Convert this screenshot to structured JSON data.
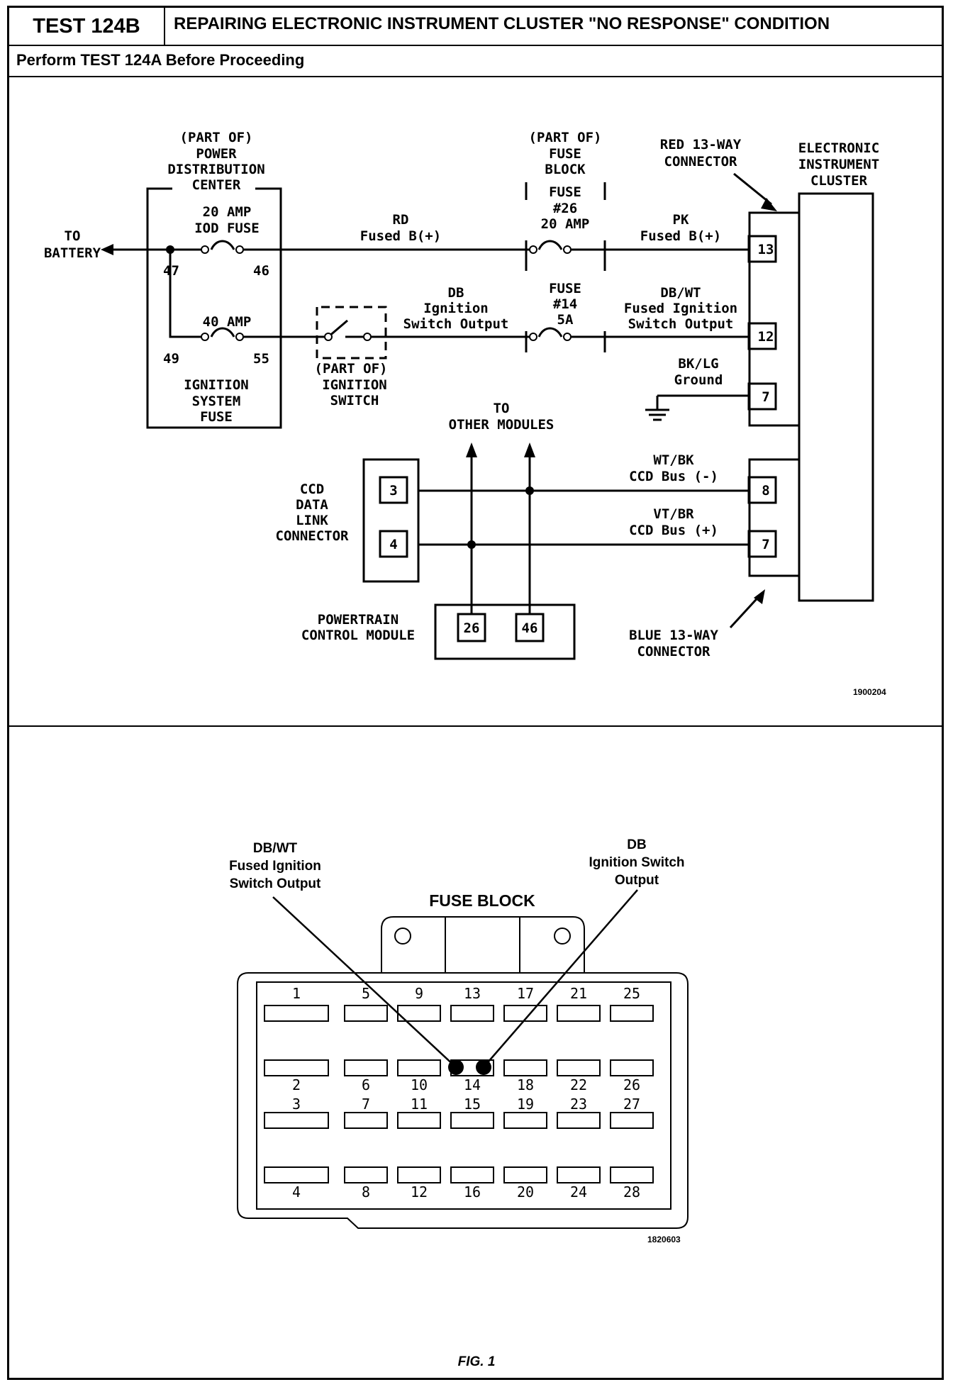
{
  "header": {
    "test_id": "TEST 124B",
    "title": "REPAIRING ELECTRONIC INSTRUMENT CLUSTER \"NO RESPONSE\" CONDITION",
    "prerequisite": "Perform TEST 124A Before Proceeding"
  },
  "schematic": {
    "pdc_label": [
      "(PART OF)",
      "POWER",
      "DISTRIBUTION",
      "CENTER"
    ],
    "to_battery": [
      "TO",
      "BATTERY"
    ],
    "iod_fuse_label": [
      "20 AMP",
      "IOD FUSE"
    ],
    "iod_fuse_pins": [
      "47",
      "46"
    ],
    "ign_fuse_label": "40 AMP",
    "ign_fuse_pins": [
      "49",
      "55"
    ],
    "ign_sys_fuse_label": [
      "IGNITION",
      "SYSTEM",
      "FUSE"
    ],
    "fuse_block_label": [
      "(PART OF)",
      "FUSE",
      "BLOCK"
    ],
    "fuse26_label": [
      "FUSE",
      "#26",
      "20 AMP"
    ],
    "fuse14_label": [
      "FUSE",
      "#14",
      "5A"
    ],
    "wire_rd": [
      "RD",
      "Fused B(+)"
    ],
    "wire_db": [
      "DB",
      "Ignition",
      "Switch Output"
    ],
    "wire_pk": [
      "PK",
      "Fused B(+)"
    ],
    "wire_dbwt": [
      "DB/WT",
      "Fused Ignition",
      "Switch Output"
    ],
    "wire_bklg": [
      "BK/LG",
      "Ground"
    ],
    "ign_switch_label": [
      "(PART OF)",
      "IGNITION",
      "SWITCH"
    ],
    "red_connector": [
      "RED 13-WAY",
      "CONNECTOR"
    ],
    "cluster_label": [
      "ELECTRONIC",
      "INSTRUMENT",
      "CLUSTER"
    ],
    "cluster_pins_red": [
      "13",
      "12",
      "7"
    ],
    "to_other_modules": [
      "TO",
      "OTHER MODULES"
    ],
    "ccd_label": [
      "CCD",
      "DATA",
      "LINK",
      "CONNECTOR"
    ],
    "ccd_pins": [
      "3",
      "4"
    ],
    "wire_wtbk": [
      "WT/BK",
      "CCD Bus (-)"
    ],
    "wire_vtbr": [
      "VT/BR",
      "CCD Bus (+)"
    ],
    "cluster_pins_blue": [
      "8",
      "7"
    ],
    "pcm_label": [
      "POWERTRAIN",
      "CONTROL MODULE"
    ],
    "pcm_pins": [
      "26",
      "46"
    ],
    "blue_connector": [
      "BLUE 13-WAY",
      "CONNECTOR"
    ],
    "ref_code": "1900204"
  },
  "fuse_block_figure": {
    "title": "FUSE BLOCK",
    "callout_left": [
      "DB/WT",
      "Fused Ignition",
      "Switch Output"
    ],
    "callout_right": [
      "DB",
      "Ignition Switch",
      "Output"
    ],
    "slot_numbers": [
      [
        "1",
        "5",
        "9",
        "13",
        "17",
        "21",
        "25"
      ],
      [
        "2",
        "6",
        "10",
        "14",
        "18",
        "22",
        "26"
      ],
      [
        "3",
        "7",
        "11",
        "15",
        "19",
        "23",
        "27"
      ],
      [
        "4",
        "8",
        "12",
        "16",
        "20",
        "24",
        "28"
      ]
    ],
    "ref_code": "1820603",
    "caption": "FIG. 1"
  }
}
